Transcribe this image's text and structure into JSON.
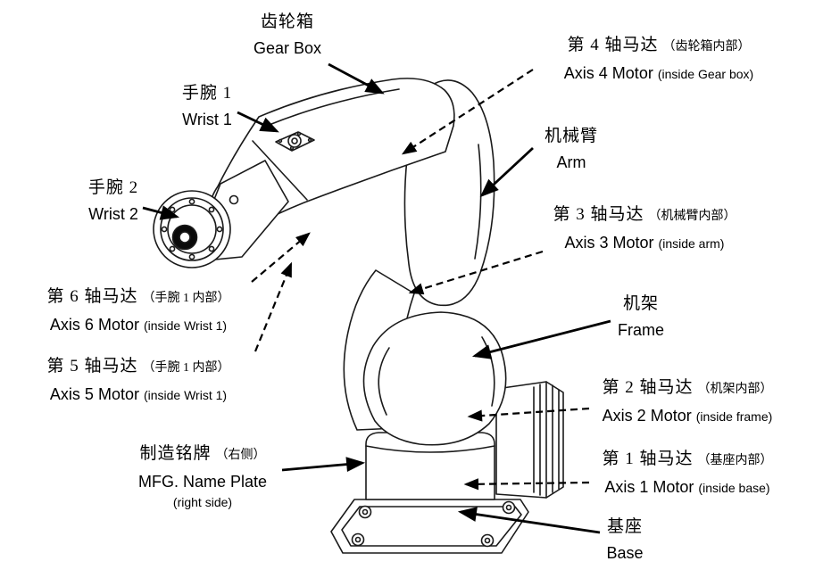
{
  "page": {
    "background": "#ffffff",
    "line_color": "#000000",
    "text_color": "#000000"
  },
  "figure": {
    "kind": "labeled line drawing of a 6-axis industrial robot arm"
  },
  "labels": {
    "gear_box": {
      "zh": "齿轮箱",
      "en": "Gear Box",
      "arrow": "solid"
    },
    "wrist_1": {
      "zh": "手腕 1",
      "en": "Wrist 1",
      "arrow": "solid"
    },
    "wrist_2": {
      "zh": "手腕 2",
      "en": "Wrist 2",
      "arrow": "solid"
    },
    "axis_4": {
      "zh": "第 4 轴马达",
      "zh_paren": "（齿轮箱内部）",
      "en": "Axis 4 Motor",
      "en_paren": "(inside Gear box)",
      "arrow": "dashed"
    },
    "arm": {
      "zh": "机械臂",
      "en": "Arm",
      "arrow": "solid"
    },
    "axis_3": {
      "zh": "第 3 轴马达",
      "zh_paren": "（机械臂内部）",
      "en": "Axis 3 Motor",
      "en_paren": "(inside arm)",
      "arrow": "dashed"
    },
    "axis_6": {
      "zh": "第 6 轴马达",
      "zh_paren": "（手腕 1 内部）",
      "en": "Axis 6 Motor",
      "en_paren": "(inside Wrist 1)",
      "arrow": "dashed"
    },
    "axis_5": {
      "zh": "第 5 轴马达",
      "zh_paren": "（手腕 1 内部）",
      "en": "Axis 5 Motor",
      "en_paren": "(inside Wrist 1)",
      "arrow": "dashed"
    },
    "frame": {
      "zh": "机架",
      "en": "Frame",
      "arrow": "solid"
    },
    "axis_2": {
      "zh": "第 2 轴马达",
      "zh_paren": "（机架内部）",
      "en": "Axis 2 Motor",
      "en_paren": "(inside frame)",
      "arrow": "dashed"
    },
    "mfg_plate": {
      "zh": "制造铭牌",
      "zh_paren": "（右侧）",
      "en": "MFG. Name Plate",
      "en_sub": "(right side)",
      "arrow": "solid"
    },
    "axis_1": {
      "zh": "第 1 轴马达",
      "zh_paren": "（基座内部）",
      "en": "Axis 1 Motor",
      "en_paren": "(inside base)",
      "arrow": "dashed"
    },
    "base": {
      "zh": "基座",
      "en": "Base",
      "arrow": "solid"
    }
  }
}
